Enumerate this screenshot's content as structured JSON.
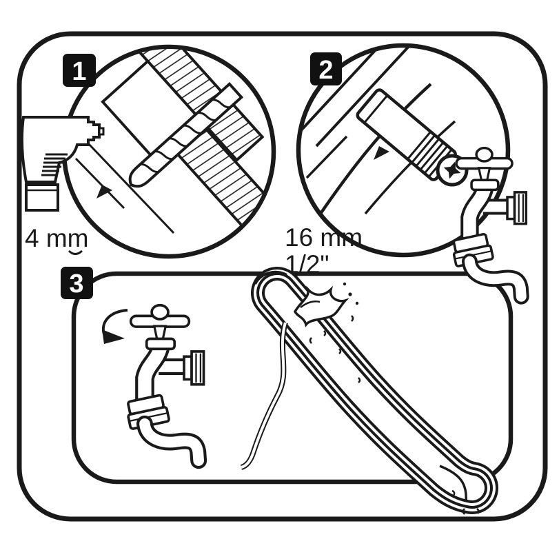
{
  "diagram": {
    "background_color": "#ffffff",
    "line_color": "#1a1a1a",
    "badge_background": "#111111",
    "badge_text_color": "#ffffff",
    "steps": [
      {
        "number": "1",
        "label": "4 mm"
      },
      {
        "number": "2",
        "labels": [
          "16 mm",
          "1/2\""
        ]
      },
      {
        "number": "3"
      }
    ]
  }
}
